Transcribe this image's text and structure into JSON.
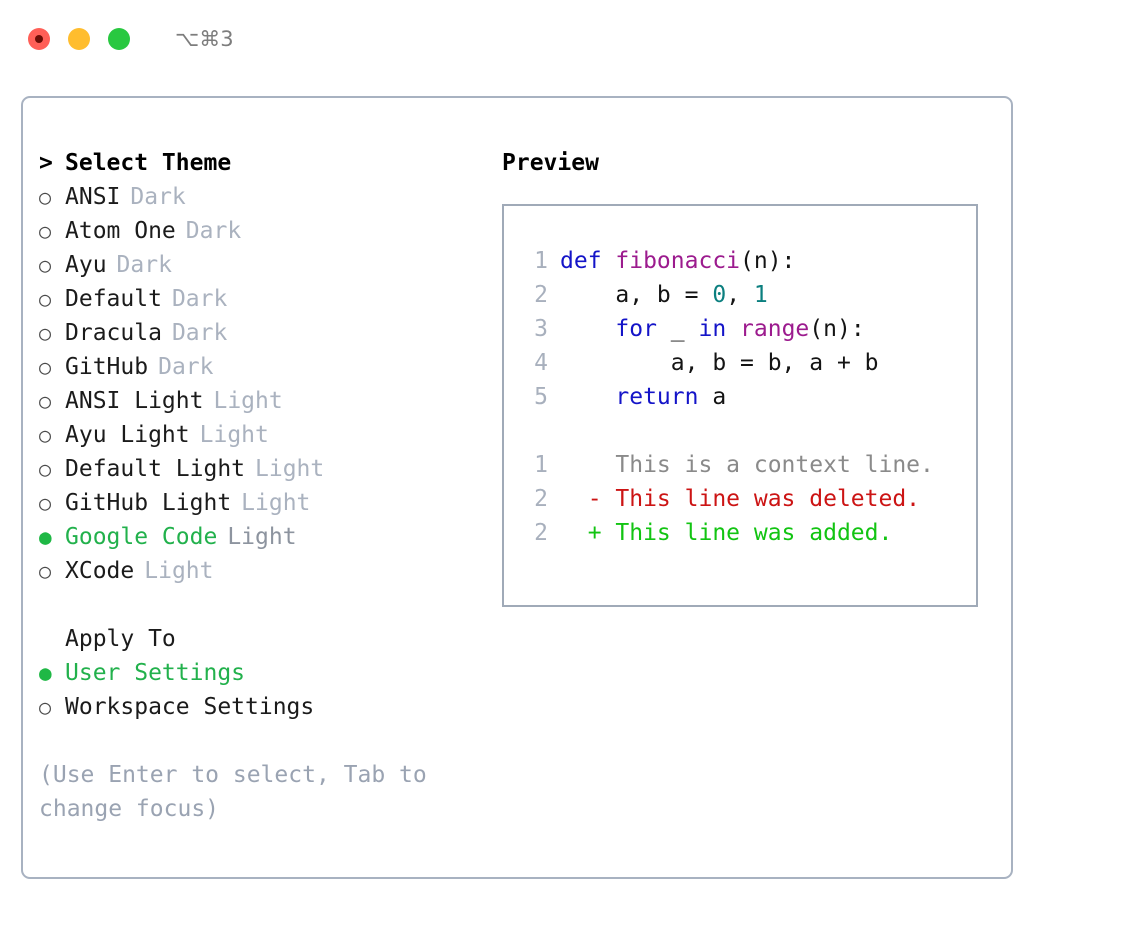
{
  "titlebar": {
    "traffic_lights": [
      {
        "name": "close",
        "color": "#ff5f57"
      },
      {
        "name": "minimize",
        "color": "#ffbd2e"
      },
      {
        "name": "maximize",
        "color": "#28c840"
      }
    ],
    "shortcut": "⌥⌘3"
  },
  "theme_panel": {
    "prompt_caret": ">",
    "prompt_label": "Select Theme",
    "bullet_unselected": "○",
    "bullet_selected": "●",
    "items": [
      {
        "label": "ANSI",
        "tag": "Dark",
        "selected": false
      },
      {
        "label": "Atom One",
        "tag": "Dark",
        "selected": false
      },
      {
        "label": "Ayu",
        "tag": "Dark",
        "selected": false
      },
      {
        "label": "Default",
        "tag": "Dark",
        "selected": false
      },
      {
        "label": "Dracula",
        "tag": "Dark",
        "selected": false
      },
      {
        "label": "GitHub",
        "tag": "Dark",
        "selected": false
      },
      {
        "label": "ANSI Light",
        "tag": "Light",
        "selected": false
      },
      {
        "label": "Ayu Light",
        "tag": "Light",
        "selected": false
      },
      {
        "label": "Default Light",
        "tag": "Light",
        "selected": false
      },
      {
        "label": "GitHub Light",
        "tag": "Light",
        "selected": false
      },
      {
        "label": "Google Code",
        "tag": "Light",
        "selected": true
      },
      {
        "label": "XCode",
        "tag": "Light",
        "selected": false
      }
    ]
  },
  "apply_to": {
    "title": "Apply To",
    "items": [
      {
        "label": "User Settings",
        "selected": true
      },
      {
        "label": "Workspace Settings",
        "selected": false
      }
    ]
  },
  "hint": "(Use Enter to select, Tab to change focus)",
  "preview": {
    "title": "Preview",
    "code_lines": [
      {
        "number": "1",
        "tokens": [
          {
            "text": "def ",
            "kind": "kw"
          },
          {
            "text": "fibonacci",
            "kind": "fn"
          },
          {
            "text": "(n):",
            "kind": "pl"
          }
        ]
      },
      {
        "number": "2",
        "tokens": [
          {
            "text": "    a, b = ",
            "kind": "pl"
          },
          {
            "text": "0",
            "kind": "num"
          },
          {
            "text": ", ",
            "kind": "pl"
          },
          {
            "text": "1",
            "kind": "num"
          }
        ]
      },
      {
        "number": "3",
        "tokens": [
          {
            "text": "    ",
            "kind": "pl"
          },
          {
            "text": "for",
            "kind": "kw"
          },
          {
            "text": " _ ",
            "kind": "pl"
          },
          {
            "text": "in",
            "kind": "kw"
          },
          {
            "text": " ",
            "kind": "pl"
          },
          {
            "text": "range",
            "kind": "fn"
          },
          {
            "text": "(n):",
            "kind": "pl"
          }
        ]
      },
      {
        "number": "4",
        "tokens": [
          {
            "text": "        a, b = b, a + b",
            "kind": "pl"
          }
        ]
      },
      {
        "number": "5",
        "tokens": [
          {
            "text": "    ",
            "kind": "pl"
          },
          {
            "text": "return",
            "kind": "kw"
          },
          {
            "text": " a",
            "kind": "pl"
          }
        ]
      }
    ],
    "diff_lines": [
      {
        "number": "1",
        "marker": " ",
        "text": "This is a context line.",
        "kind": "ctx"
      },
      {
        "number": "2",
        "marker": "-",
        "text": "This line was deleted.",
        "kind": "del"
      },
      {
        "number": "2",
        "marker": "+",
        "text": "This line was added.",
        "kind": "add"
      }
    ]
  },
  "colors": {
    "accent_green": "#22b14c",
    "keyword_blue": "#1414c8",
    "function_purple": "#9c1b8e",
    "number_teal": "#0b7f7f",
    "diff_delete_red": "#cc1414",
    "diff_add_green": "#12c412",
    "border": "#a0aab8",
    "muted": "#aab2bf"
  }
}
